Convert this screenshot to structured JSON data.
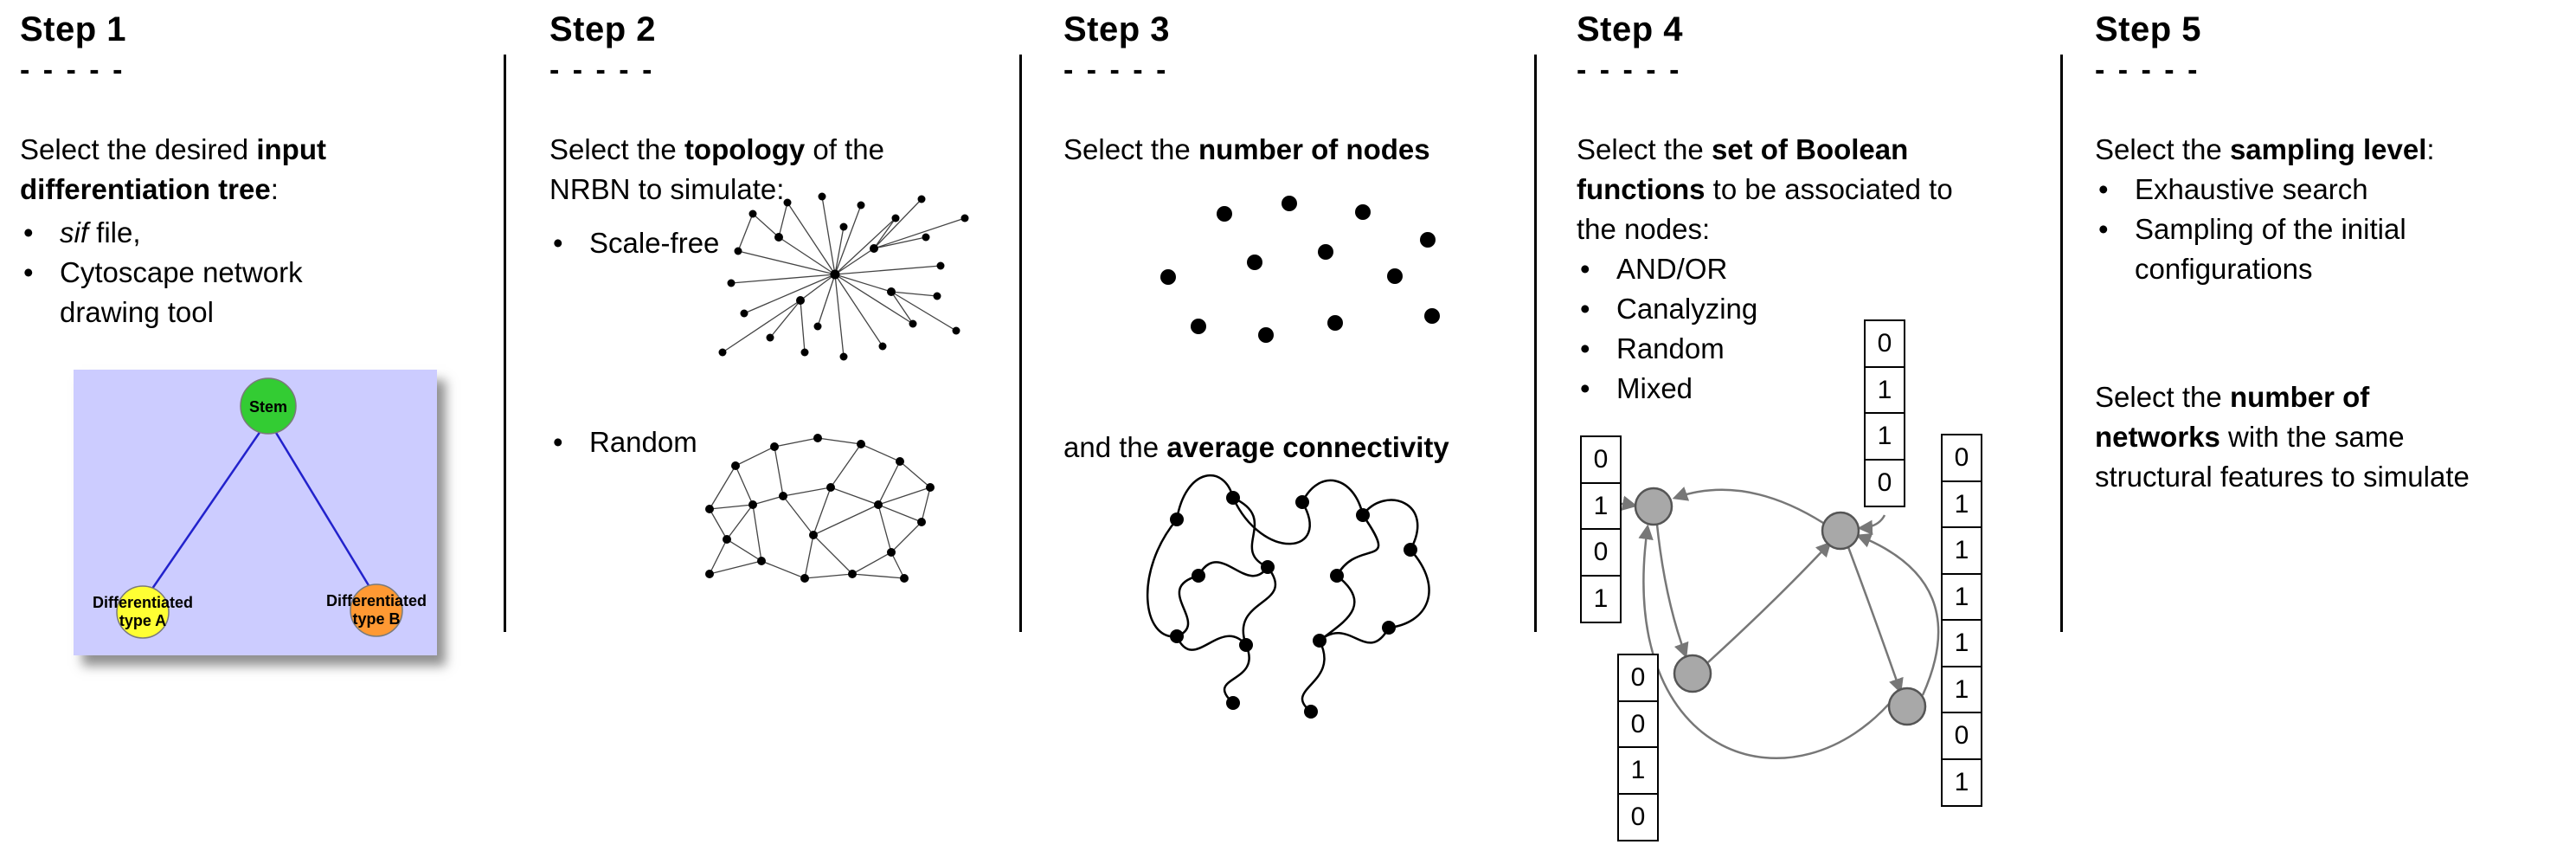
{
  "colors": {
    "tree_bg": "#ccccff",
    "stem_fill": "#33cc33",
    "type_a_fill": "#ffff33",
    "type_b_fill": "#ff9933",
    "tree_edge": "#2222cc",
    "bool_node_fill": "#a8a8a8",
    "bool_node_stroke": "#555555",
    "arrow": "#777777"
  },
  "steps": [
    {
      "title": "Step 1",
      "dashes": "- - - - -",
      "intro_lines": [
        [
          "Select the desired ",
          "input"
        ],
        [
          "differentiation tree",
          ":"
        ]
      ],
      "bullets": [
        {
          "italic": "sif",
          "rest": " file,"
        },
        {
          "lines": [
            "Cytoscape network",
            "drawing tool"
          ]
        }
      ],
      "tree": {
        "root_label": "Stem",
        "left_label_1": "Differentiated",
        "left_label_2": "type A",
        "right_label_1": "Differentiated",
        "right_label_2": "type B"
      }
    },
    {
      "title": "Step 2",
      "dashes": "- - - - -",
      "intro_lines": [
        [
          "Select the ",
          "topology",
          " of the"
        ],
        [
          "NRBN to simulate:"
        ]
      ],
      "bullets": [
        {
          "label": "Scale-free"
        },
        {
          "label": "Random"
        }
      ]
    },
    {
      "title": "Step 3",
      "dashes": "- - - - -",
      "intro_lines": [
        [
          "Select the ",
          "number of nodes"
        ]
      ],
      "mid_lines": [
        [
          "and the ",
          "average connectivity"
        ]
      ]
    },
    {
      "title": "Step 4",
      "dashes": "- - - - -",
      "intro_lines": [
        [
          "Select the ",
          "set of Boolean"
        ],
        [
          "functions",
          " to be associated to"
        ],
        [
          "the nodes:"
        ]
      ],
      "bullets": [
        {
          "label": "AND/OR"
        },
        {
          "label": "Canalyzing"
        },
        {
          "label": "Random"
        },
        {
          "label": "Mixed"
        }
      ],
      "tables": {
        "left": [
          "0",
          "1",
          "0",
          "1"
        ],
        "top": [
          "0",
          "1",
          "1",
          "0"
        ],
        "bottom_left": [
          "0",
          "0",
          "1",
          "0"
        ],
        "right": [
          "0",
          "1",
          "1",
          "1",
          "1",
          "1",
          "0",
          "1"
        ]
      }
    },
    {
      "title": "Step 5",
      "dashes": "- - - - -",
      "intro_lines": [
        [
          "Select the ",
          "sampling level",
          ":"
        ]
      ],
      "bullets": [
        {
          "lines": [
            "Exhaustive search"
          ]
        },
        {
          "lines": [
            "Sampling of the initial",
            "configurations"
          ]
        }
      ],
      "para2_lines": [
        [
          "Select the ",
          "number of"
        ],
        [
          "networks",
          " with the same"
        ],
        [
          "structural features to simulate"
        ]
      ]
    }
  ]
}
